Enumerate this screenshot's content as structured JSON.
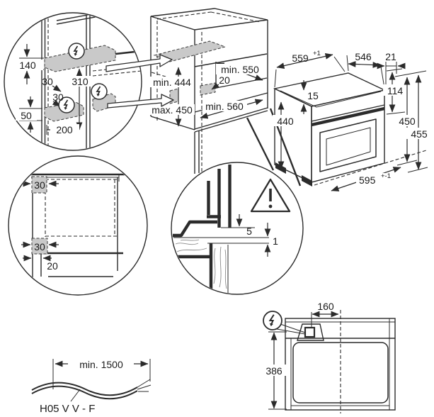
{
  "labels": {
    "zone_detail": {
      "h140": "140",
      "off30_top": "30",
      "h310": "310",
      "off30_mid": "30",
      "h50": "50",
      "w200": "200"
    },
    "cabinet": {
      "depth_min": "min. 550",
      "zone_offset": "20",
      "niche_min": "min. 444",
      "niche_max": "max. 450",
      "shelf_min": "min. 560"
    },
    "oven": {
      "body_width": "559",
      "body_width_tol": "+1",
      "body_depth": "546",
      "front_gap": "21",
      "top_gap": "15",
      "panel_height": "114",
      "body_height": "440",
      "front_height": "450",
      "total_height": "455",
      "front_width": "595",
      "front_width_tol": "+-1"
    },
    "front_view": {
      "side30_top": "30",
      "side30_bottom": "30",
      "plinth20": "20"
    },
    "trim": {
      "gap5": "5",
      "gap1": "1"
    },
    "top_view": {
      "conduit_offset": "160",
      "depth": "386"
    },
    "cable": {
      "length": "min. 1500",
      "type": "H05 V V - F"
    }
  },
  "icons": {
    "electrical": "lightning-bolt-in-circle",
    "warning": "exclamation-triangle"
  },
  "colors": {
    "line": "#2b2b2b",
    "zone_fill": "#c9c9c9",
    "background": "#ffffff"
  }
}
